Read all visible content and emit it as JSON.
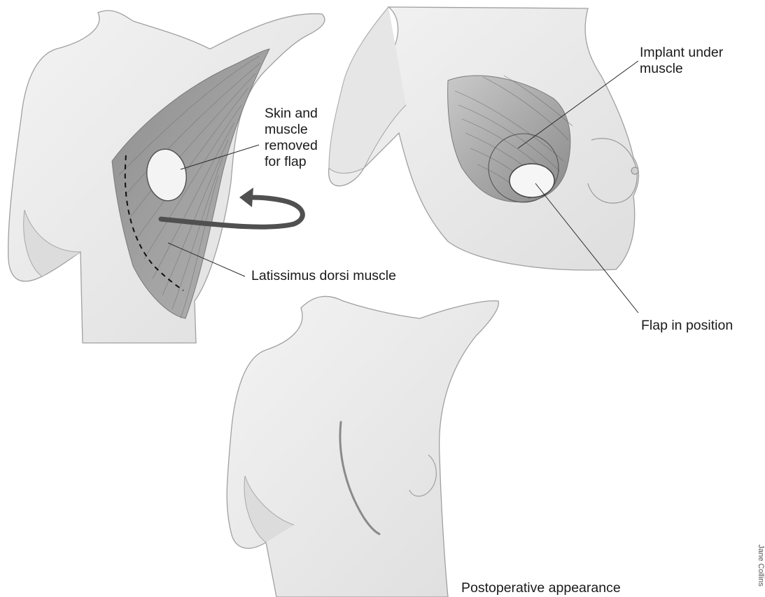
{
  "labels": {
    "skin_muscle": [
      "Skin and",
      "muscle",
      "removed",
      "for flap"
    ],
    "latissimus": "Latissimus dorsi muscle",
    "implant": [
      "Implant under",
      "muscle"
    ],
    "flap_position": "Flap in position",
    "postop": "Postoperative appearance"
  },
  "credit": "Jane Collins",
  "colors": {
    "skin": "#ececec",
    "skin_shadow": "#d6d6d6",
    "outline": "#9a9a9a",
    "muscle": "#9c9c9c",
    "muscle_lines": "#6d6d6d",
    "leader": "#2b2b2b",
    "arrow": "#4a4a4a"
  }
}
